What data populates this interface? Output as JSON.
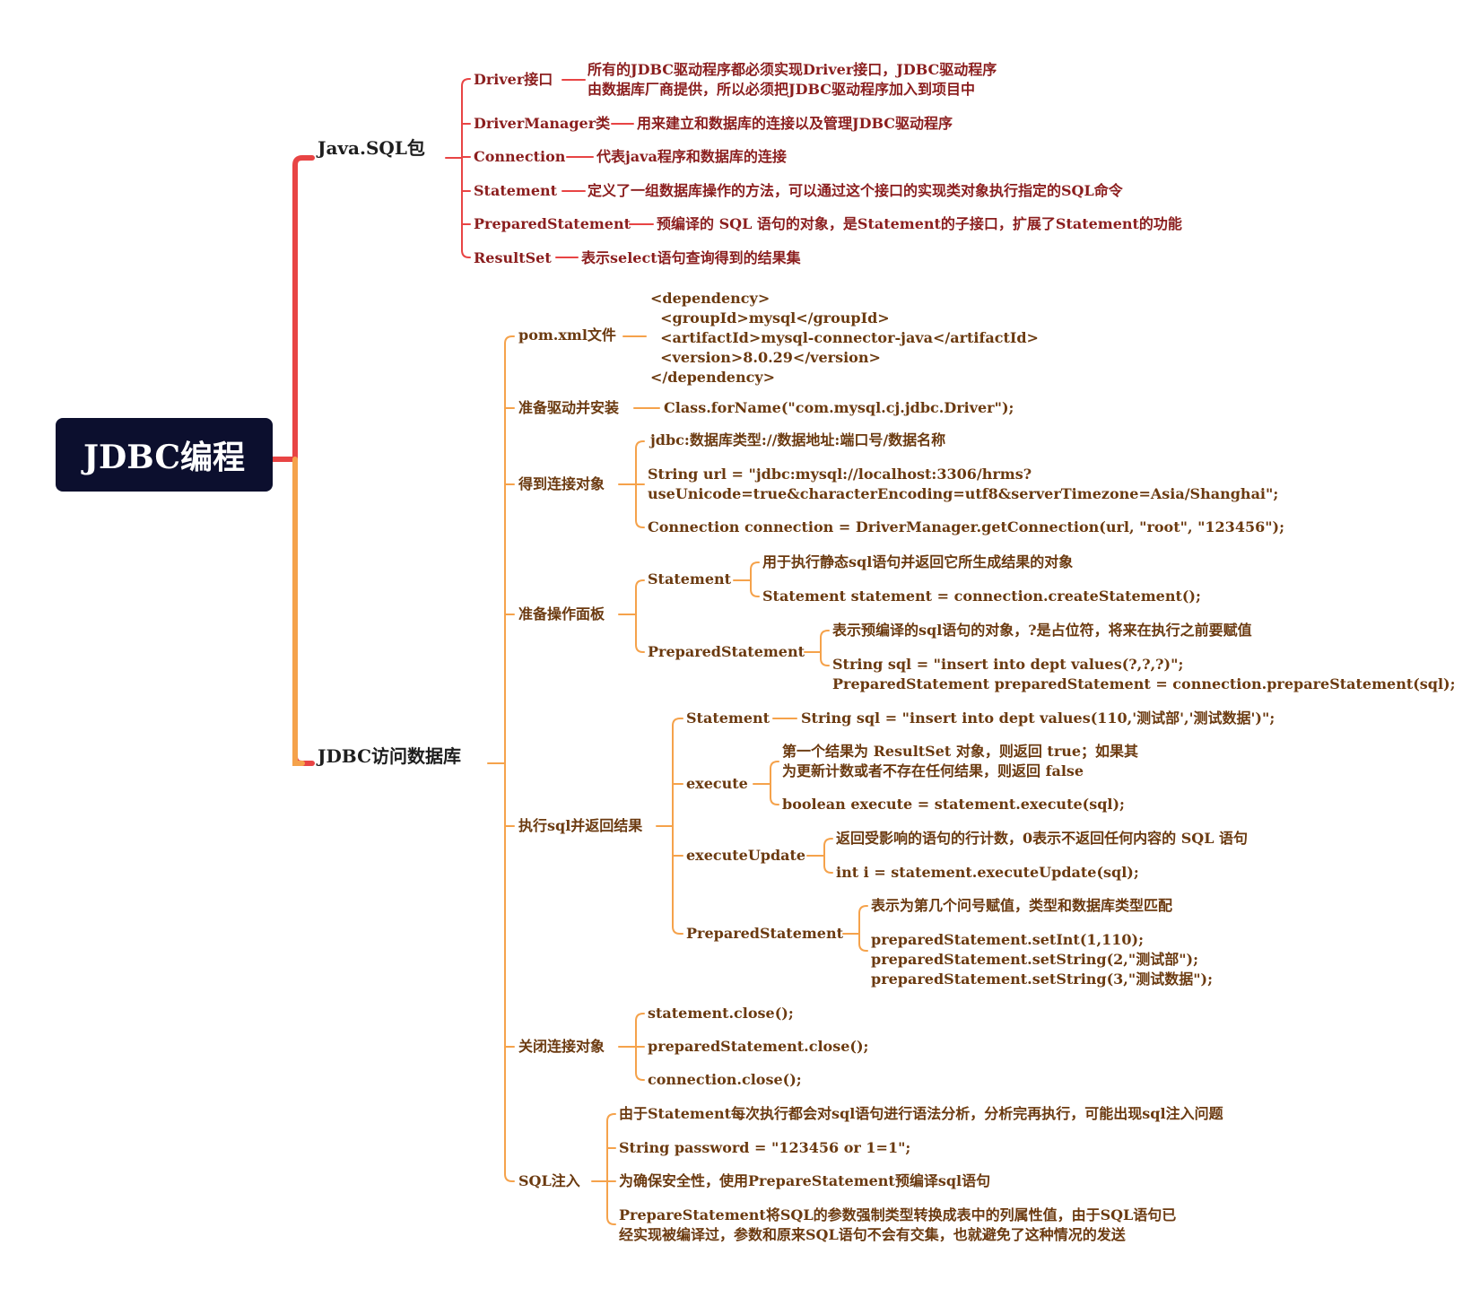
{
  "root": "JDBC编程",
  "java_sql": {
    "title": "Java.SQL包",
    "items": [
      {
        "name": "Driver接口",
        "desc": "所有的JDBC驱动程序都必须实现Driver接口，JDBC驱动程序\n由数据库厂商提供，所以必须把JDBC驱动程序加入到项目中"
      },
      {
        "name": "DriverManager类",
        "desc": "用来建立和数据库的连接以及管理JDBC驱动程序"
      },
      {
        "name": "Connection",
        "desc": "代表java程序和数据库的连接"
      },
      {
        "name": "Statement",
        "desc": "定义了一组数据库操作的方法，可以通过这个接口的实现类对象执行指定的SQL命令"
      },
      {
        "name": "PreparedStatement",
        "desc": "预编译的 SQL 语句的对象，是Statement的子接口，扩展了Statement的功能"
      },
      {
        "name": "ResultSet",
        "desc": "表示select语句查询得到的结果集"
      }
    ]
  },
  "jdbc_access": {
    "title": "JDBC访问数据库",
    "pom": {
      "label": "pom.xml文件",
      "code": "<dependency>\n  <groupId>mysql</groupId>\n  <artifactId>mysql-connector-java</artifactId>\n  <version>8.0.29</version>\n</dependency>"
    },
    "driver": {
      "label": "准备驱动并安装",
      "code": "Class.forName(\"com.mysql.cj.jdbc.Driver\");"
    },
    "connection": {
      "label": "得到连接对象",
      "items": [
        "jdbc:数据库类型://数据地址:端口号/数据名称",
        "String url = \"jdbc:mysql://localhost:3306/hrms?\nuseUnicode=true&characterEncoding=utf8&serverTimezone=Asia/Shanghai\";",
        "Connection connection = DriverManager.getConnection(url, \"root\", \"123456\");"
      ]
    },
    "panel": {
      "label": "准备操作面板",
      "statement": {
        "label": "Statement",
        "items": [
          "用于执行静态sql语句并返回它所生成结果的对象",
          "Statement statement = connection.createStatement();"
        ]
      },
      "prepared": {
        "label": "PreparedStatement",
        "items": [
          "表示预编译的sql语句的对象，?是占位符，将来在执行之前要赋值",
          "String sql = \"insert into dept values(?,?,?)\";\nPreparedStatement preparedStatement = connection.prepareStatement(sql);"
        ]
      }
    },
    "execute": {
      "label": "执行sql并返回结果",
      "statement": {
        "label": "Statement",
        "code": "String sql = \"insert into dept values(110,'测试部','测试数据')\";"
      },
      "exec": {
        "label": "execute",
        "items": [
          "第一个结果为 ResultSet 对象，则返回 true；如果其\n为更新计数或者不存在任何结果，则返回 false",
          "boolean execute = statement.execute(sql);"
        ]
      },
      "update": {
        "label": "executeUpdate",
        "items": [
          "返回受影响的语句的行计数，0表示不返回任何内容的 SQL 语句",
          "int i = statement.executeUpdate(sql);"
        ]
      },
      "prepared": {
        "label": "PreparedStatement",
        "items": [
          "表示为第几个问号赋值，类型和数据库类型匹配",
          "preparedStatement.setInt(1,110);\npreparedStatement.setString(2,\"测试部\");\npreparedStatement.setString(3,\"测试数据\");"
        ]
      }
    },
    "close": {
      "label": "关闭连接对象",
      "items": [
        "statement.close();",
        "preparedStatement.close();",
        "connection.close();"
      ]
    },
    "injection": {
      "label": "SQL注入",
      "items": [
        "由于Statement每次执行都会对sql语句进行语法分析，分析完再执行，可能出现sql注入问题",
        "String password = \"123456 or 1=1\";",
        "为确保安全性，使用PrepareStatement预编译sql语句",
        "PrepareStatement将SQL的参数强制类型转换成表中的列属性值，由于SQL语句已\n经实现被编译过，参数和原来SQL语句不会有交集，也就避免了这种情况的发送"
      ]
    }
  },
  "colors": {
    "red": "#e84444",
    "orange": "#f5a24b",
    "red_text": "#8b1e1e",
    "brown_text": "#6b3a10",
    "root_bg": "#0c0f2e"
  }
}
